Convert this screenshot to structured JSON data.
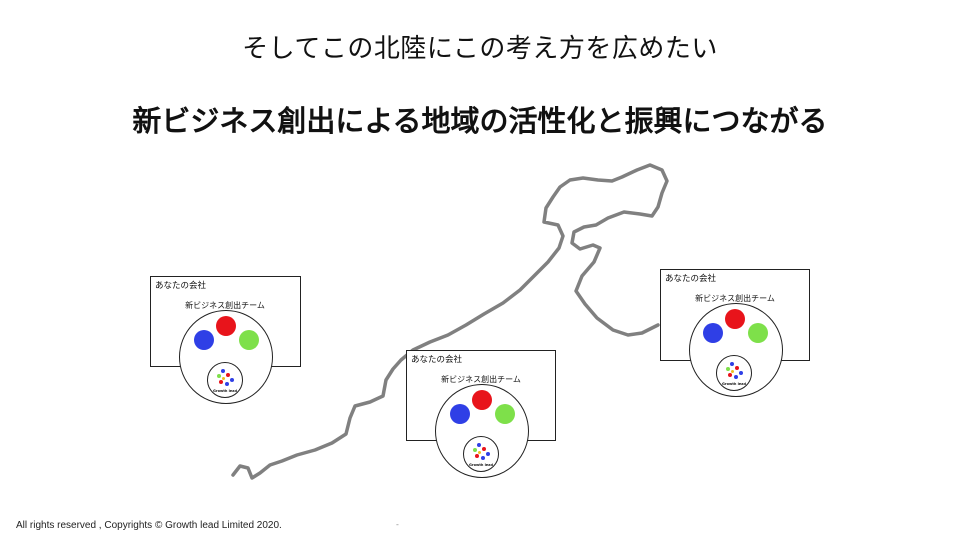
{
  "slide": {
    "subtitle": "そしてこの北陸にこの考え方を広めたい",
    "headline": "新ビジネス創出による地域の活性化と振興につながる"
  },
  "diagrams": [
    {
      "company_label": "あなたの会社",
      "team_label": "新ビジネス創出チーム",
      "partner_label": "Growth lead"
    },
    {
      "company_label": "あなたの会社",
      "team_label": "新ビジネス創出チーム",
      "partner_label": "Growth lead"
    },
    {
      "company_label": "あなたの会社",
      "team_label": "新ビジネス創出チーム",
      "partner_label": "Growth lead"
    }
  ],
  "colors": {
    "red": "#e8141b",
    "blue": "#2f3fe6",
    "green": "#7ee04a",
    "coastline": "#808080"
  },
  "footer": {
    "copyright": "All rights reserved , Copyrights © Growth lead Limited 2020.",
    "mark": "-"
  }
}
